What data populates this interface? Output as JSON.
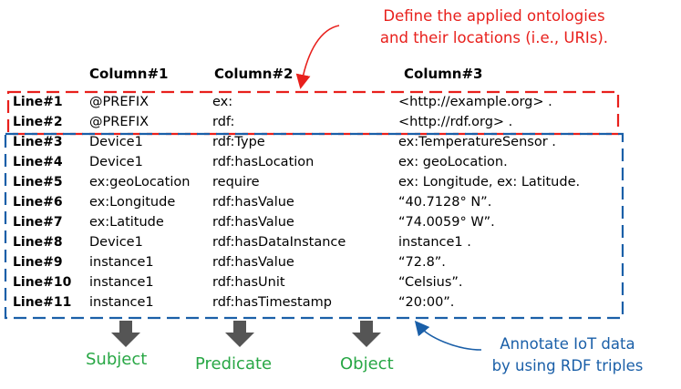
{
  "top_note": {
    "line1": "Define the applied ontologies",
    "line2": "and their locations (i.e., URIs)."
  },
  "column_headers": [
    "Column#1",
    "Column#2",
    "Column#3"
  ],
  "rows": [
    {
      "line": "Line#1",
      "c1": "@PREFIX",
      "c2": "ex:",
      "c3": "<http://example.org> ."
    },
    {
      "line": "Line#2",
      "c1": "@PREFIX",
      "c2": "rdf:",
      "c3": "<http://rdf.org> ."
    },
    {
      "line": "Line#3",
      "c1": "Device1",
      "c2": "rdf:Type",
      "c3": "ex:TemperatureSensor ."
    },
    {
      "line": "Line#4",
      "c1": "Device1",
      "c2": "rdf:hasLocation",
      "c3": "ex: geoLocation."
    },
    {
      "line": "Line#5",
      "c1": "ex:geoLocation",
      "c2": "require",
      "c3": "ex: Longitude, ex: Latitude."
    },
    {
      "line": "Line#6",
      "c1": "ex:Longitude",
      "c2": "rdf:hasValue",
      "c3": "“40.7128° N”."
    },
    {
      "line": "Line#7",
      "c1": "ex:Latitude",
      "c2": "rdf:hasValue",
      "c3": "“74.0059° W”."
    },
    {
      "line": "Line#8",
      "c1": "Device1",
      "c2": "rdf:hasDataInstance",
      "c3": "instance1 ."
    },
    {
      "line": "Line#9",
      "c1": "instance1",
      "c2": "rdf:hasValue",
      "c3": "“72.8”."
    },
    {
      "line": "Line#10",
      "c1": "instance1",
      "c2": "rdf:hasUnit",
      "c3": "“Celsius”."
    },
    {
      "line": "Line#11",
      "c1": "instance1",
      "c2": "rdf:hasTimestamp",
      "c3": "“20:00”."
    }
  ],
  "bottom_labels": {
    "subject": "Subject",
    "predicate": "Predicate",
    "object": "Object"
  },
  "bottom_note": {
    "line1": "Annotate IoT data",
    "line2": "by using RDF triples"
  },
  "colors": {
    "red": "#e8201c",
    "blue": "#1a5fa8",
    "green": "#28a745",
    "arrow_gray": "#555555"
  }
}
